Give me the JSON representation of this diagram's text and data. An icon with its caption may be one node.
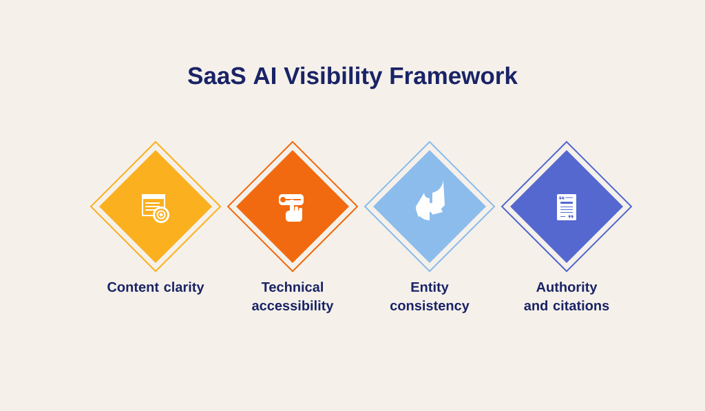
{
  "diagram": {
    "title": "SaaS AI Visibility Framework",
    "nodes": [
      {
        "text": [
          "Content clarity"
        ]
      },
      {
        "text": [
          "Technical accessibility"
        ]
      },
      {
        "text": [
          "Entity consistency"
        ]
      },
      {
        "text": [
          "Authority and citations"
        ]
      }
    ]
  }
}
